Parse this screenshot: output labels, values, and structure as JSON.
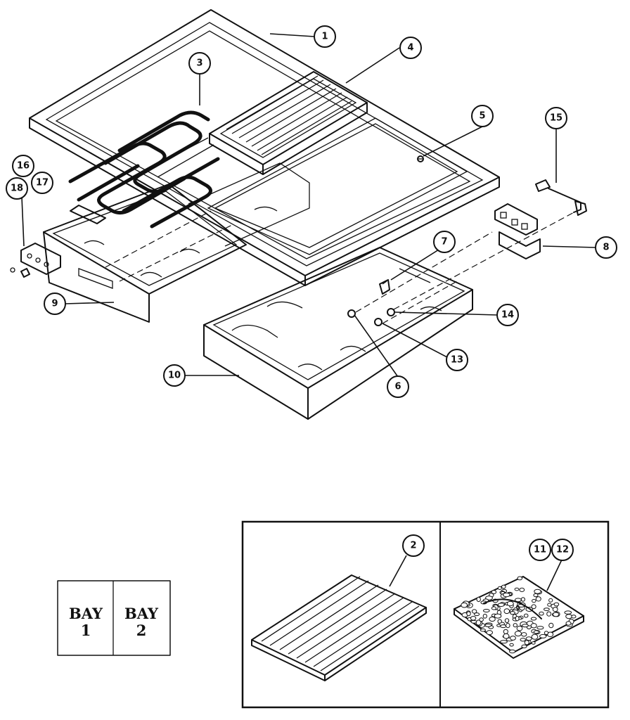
{
  "callouts": {
    "c1": "1",
    "c2": "2",
    "c3": "3",
    "c4": "4",
    "c5": "5",
    "c6": "6",
    "c7": "7",
    "c8": "8",
    "c9": "9",
    "c10": "10",
    "c11": "11",
    "c12": "12",
    "c13": "13",
    "c14": "14",
    "c15": "15",
    "c16": "16",
    "c17": "17",
    "c18": "18"
  },
  "bay_box": {
    "bay1_word": "BAY",
    "bay1_num": "1",
    "bay2_word": "BAY",
    "bay2_num": "2"
  }
}
